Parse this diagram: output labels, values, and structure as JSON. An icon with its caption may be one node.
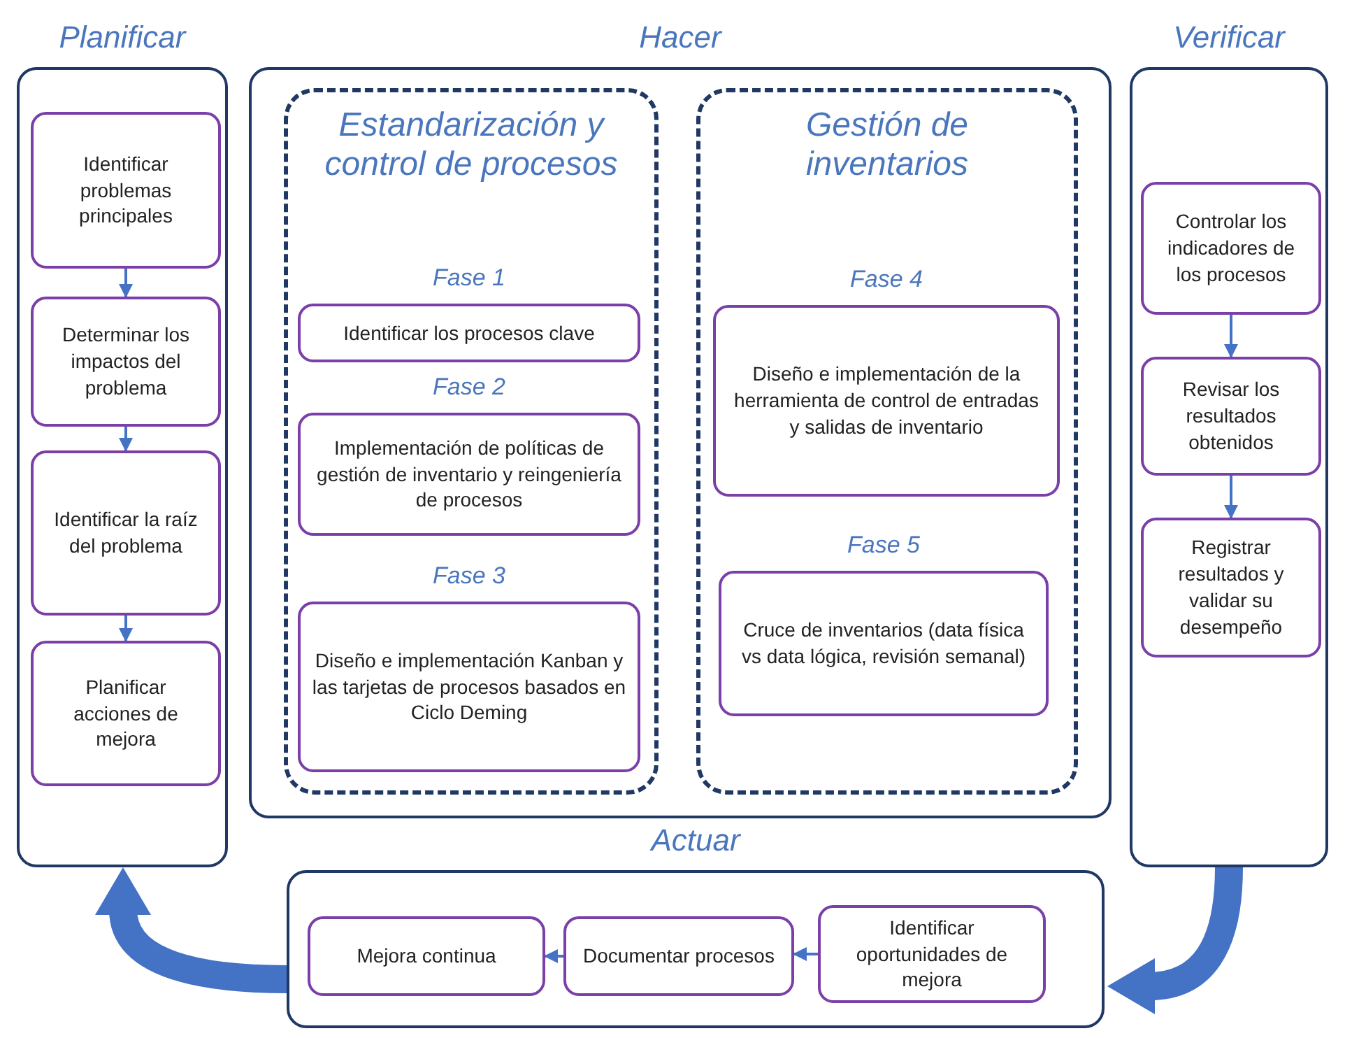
{
  "diagram": {
    "nodes": [
      {
        "text": [
          "Planificar"
        ]
      },
      {
        "text": [
          "Identificar problemas principales"
        ],
        "in": 0
      },
      {
        "text": [
          "Determinar los impactos del problema"
        ],
        "in": 0
      },
      {
        "text": [
          "Identificar la raíz del problema"
        ],
        "in": 0
      },
      {
        "text": [
          "Planificar acciones de mejora"
        ],
        "in": 0
      },
      {
        "text": [
          "Hacer"
        ]
      },
      {
        "text": [
          "Estandarización y control de procesos"
        ],
        "in": 5
      },
      {
        "text": [
          "Identificar los procesos clave"
        ],
        "in": 6,
        "beside": [
          "Fase 1"
        ]
      },
      {
        "text": [
          "Implementación de políticas de gestión de inventario y reingeniería de procesos"
        ],
        "in": 6,
        "beside": [
          "Fase 2"
        ]
      },
      {
        "text": [
          "Diseño e implementación Kanban y las tarjetas de procesos basados en Ciclo Deming"
        ],
        "in": 6,
        "beside": [
          "Fase 3"
        ]
      },
      {
        "text": [
          "Gestión de inventarios"
        ],
        "in": 5
      },
      {
        "text": [
          "Diseño e implementación de la herramienta de control de entradas y salidas de inventario"
        ],
        "in": 10,
        "beside": [
          "Fase 4"
        ]
      },
      {
        "text": [
          "Cruce de inventarios (data física vs data lógica, revisión semanal)"
        ],
        "in": 10,
        "beside": [
          "Fase 5"
        ]
      },
      {
        "text": [
          "Verificar"
        ]
      },
      {
        "text": [
          "Controlar los indicadores de los procesos"
        ],
        "in": 13
      },
      {
        "text": [
          "Revisar los resultados obtenidos"
        ],
        "in": 13
      },
      {
        "text": [
          "Registrar resultados y validar su desempeño"
        ],
        "in": 13
      },
      {
        "text": [
          "Actuar"
        ]
      },
      {
        "text": [
          "Identificar oportunidades de mejora"
        ],
        "in": 17
      },
      {
        "text": [
          "Documentar procesos"
        ],
        "in": 17
      },
      {
        "text": [
          "Mejora continua"
        ],
        "in": 17
      }
    ],
    "edges": [
      {
        "from": 1,
        "to": 2,
        "arrow": "to"
      },
      {
        "from": 2,
        "to": 3,
        "arrow": "to"
      },
      {
        "from": 3,
        "to": 4,
        "arrow": "to"
      },
      {
        "from": 14,
        "to": 15,
        "arrow": "to"
      },
      {
        "from": 15,
        "to": 16,
        "arrow": "to"
      },
      {
        "from": 18,
        "to": 19,
        "arrow": "to"
      },
      {
        "from": 19,
        "to": 20,
        "arrow": "to"
      },
      {
        "from": 13,
        "to": 17,
        "arrow": "to",
        "style": "thick"
      },
      {
        "from": 17,
        "to": 0,
        "arrow": "to",
        "style": "thick"
      }
    ]
  }
}
